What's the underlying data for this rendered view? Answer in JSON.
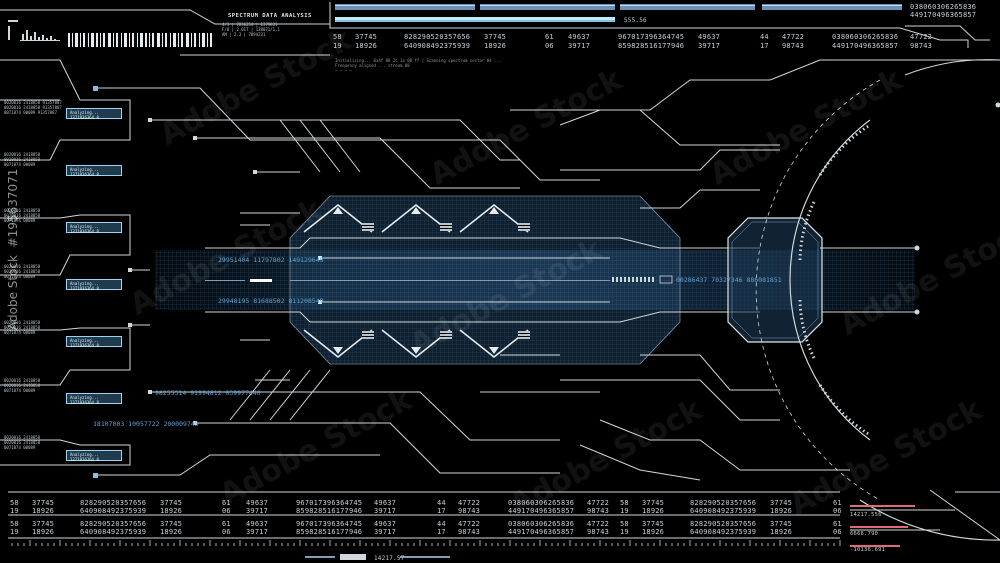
{
  "header": {
    "title": "SPECTRUM DATA ANALYSIS",
    "top_value": "555.56",
    "top_right": [
      "038060306265836",
      "449170496365857"
    ]
  },
  "top_table": {
    "row1": [
      "58",
      "37745",
      "828290520357656",
      "37745",
      "61",
      "49637",
      "967017396364745",
      "49637",
      "44",
      "47722",
      "038060306265836",
      "47722"
    ],
    "row2": [
      "19",
      "18926",
      "640908492375939",
      "18926",
      "06",
      "39717",
      "859828516177946",
      "39717",
      "17",
      "98743",
      "449170496365857",
      "98743"
    ]
  },
  "left_panel": {
    "chip_label": "Analyzing... 1371936364 8"
  },
  "center": {
    "upper_readout": "29951404  11797802  149129645",
    "lower_readout": "29948195  81688502  811208549",
    "right_readout": "00286437  70327346  886081851"
  },
  "lower_left": {
    "readout_1": "98255314  91994812  039977440",
    "readout_2": "18107003  10057722  200009745"
  },
  "bottom_table": {
    "row1": [
      "58",
      "37745",
      "828290520357656",
      "37745",
      "61",
      "49637",
      "967017396364745",
      "49637",
      "44",
      "47722",
      "038060306265836",
      "47722",
      "58",
      "37745",
      "828290520357656",
      "37745",
      "61"
    ],
    "row2": [
      "19",
      "18926",
      "640908492375939",
      "18926",
      "06",
      "39717",
      "859828516177946",
      "39717",
      "17",
      "98743",
      "449170496365857",
      "98743",
      "19",
      "18926",
      "640908492375939",
      "18926",
      "06"
    ],
    "row3": [
      "58",
      "37745",
      "828290520357656",
      "37745",
      "61",
      "49637",
      "967017396364745",
      "49637",
      "44",
      "47722",
      "038060306265836",
      "47722",
      "58",
      "37745",
      "828290520357656",
      "37745",
      "61"
    ],
    "row4": [
      "19",
      "18926",
      "640908492375939",
      "18926",
      "06",
      "39717",
      "859828516177946",
      "39717",
      "17",
      "98743",
      "449170496365857",
      "98743",
      "19",
      "18926",
      "640908492375939",
      "18926",
      "06"
    ]
  },
  "bottom_right": {
    "values": [
      "14217.556",
      "6666.790",
      "-10136.691"
    ]
  },
  "bottom_center": {
    "value": "14217.57"
  },
  "watermark": {
    "text": "Adobe Stock",
    "side_id": "#195637071"
  },
  "colors": {
    "background": "#000000",
    "line": "#cfd8dc",
    "accent_blue": "#5ea2d6",
    "panel_fill": "#1d3a55",
    "alert_red": "#e06a7a"
  }
}
